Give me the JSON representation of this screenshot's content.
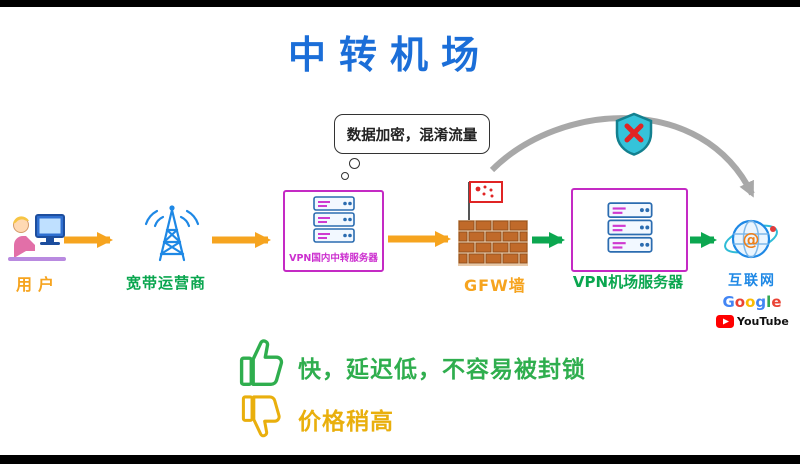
{
  "title": "中转机场",
  "thought_bubble": "数据加密，混淆流量",
  "nodes": {
    "user": {
      "label": "用户"
    },
    "isp": {
      "label": "宽带运营商"
    },
    "relay_server": {
      "label": "VPN国内中转服务器"
    },
    "gfw": {
      "label": "GFW墙"
    },
    "airport_server": {
      "label": "VPN机场服务器"
    },
    "internet": {
      "label": "互联网"
    }
  },
  "brands": {
    "google_letters": [
      [
        "G",
        "#4285F4"
      ],
      [
        "o",
        "#EA4335"
      ],
      [
        "o",
        "#FBBC05"
      ],
      [
        "g",
        "#4285F4"
      ],
      [
        "l",
        "#34A853"
      ],
      [
        "e",
        "#EA4335"
      ]
    ],
    "youtube": "YouTube"
  },
  "pros": {
    "text": "快，延迟低，不容易被封锁"
  },
  "cons": {
    "text": "价格稍高"
  },
  "icons": {
    "user-computer-icon": "person sitting at computer",
    "radio-tower-icon": "radio tower with signal waves",
    "server-rack-icon": "stacked server units",
    "china-flag-icon": "red-star flag on pole",
    "brick-wall-icon": "brick wall firewall",
    "shield-block-icon": "shield with red X",
    "globe-internet-icon": "globe with orbit ring and @",
    "youtube-play-icon": "red play button",
    "thumbs-up-icon": "👍",
    "thumbs-down-icon": "👎"
  },
  "colors": {
    "title_blue": "#1b6ed8",
    "arrow_orange": "#f6a41f",
    "arrow_green": "#0ca750",
    "arrow_gray": "#a8a8a8",
    "box_magenta": "#c42ac4",
    "label_green": "#0aa64f",
    "label_blue": "#1e88e5",
    "pros_green": "#2fae4e",
    "cons_yellow": "#e9af0d"
  }
}
